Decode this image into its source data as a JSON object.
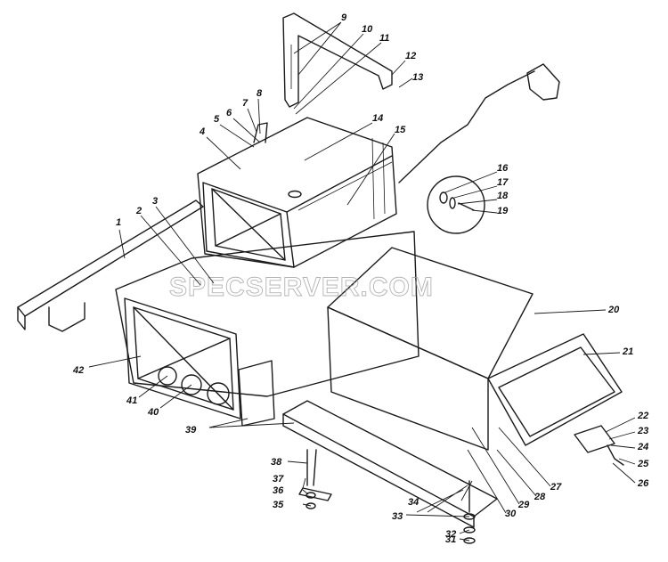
{
  "diagram": {
    "watermark": "SPECSERVER.COM",
    "callouts": [
      "1",
      "2",
      "3",
      "4",
      "5",
      "6",
      "7",
      "8",
      "9",
      "10",
      "11",
      "12",
      "13",
      "14",
      "15",
      "16",
      "17",
      "18",
      "19",
      "20",
      "21",
      "22",
      "23",
      "24",
      "25",
      "26",
      "27",
      "28",
      "29",
      "30",
      "31",
      "32",
      "33",
      "34",
      "35",
      "36",
      "37",
      "38",
      "39",
      "40",
      "41",
      "42"
    ]
  }
}
